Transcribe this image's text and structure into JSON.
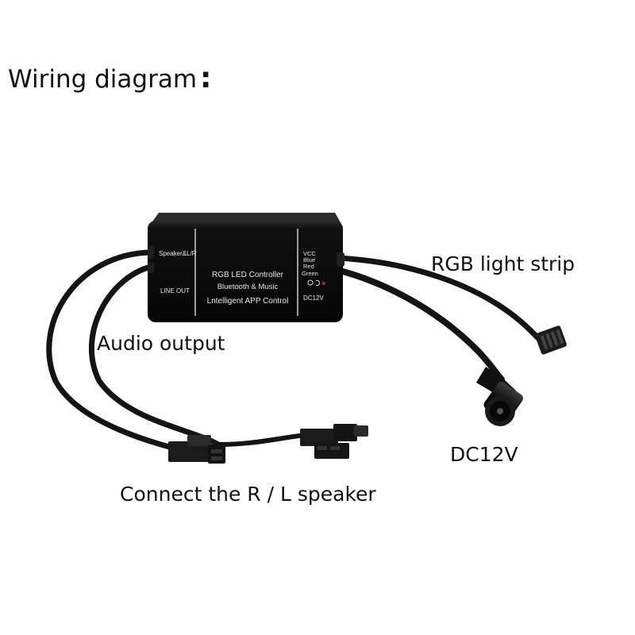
{
  "title": "Wiring diagram",
  "title_colon": ":",
  "callouts": {
    "rgb_light_strip": "RGB light strip",
    "audio_output": "Audio output",
    "dc12v": "DC12V",
    "speaker": "Connect the R / L speaker"
  },
  "controller": {
    "left_top": "Speaker&L/R",
    "left_bottom": "LINE OUT",
    "center_line1": "RGB LED Controller",
    "center_line2": "Bluetooth & Music",
    "center_line3": "Lntelligent APP Control",
    "pins": [
      "VCC",
      "Blue",
      "Red",
      "Green"
    ],
    "power": "DC12V"
  },
  "colors": {
    "cable": "#141414",
    "box": "#0c0c0c",
    "box_text": "#e8e8e8",
    "label_text": "#111111"
  }
}
